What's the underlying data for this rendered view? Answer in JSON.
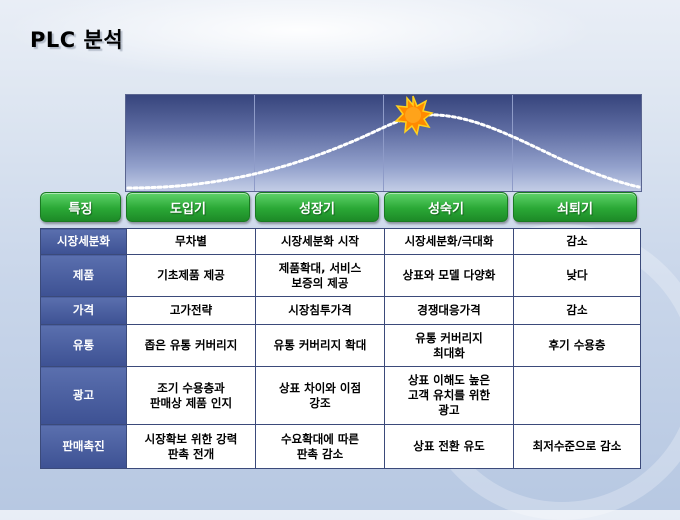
{
  "title": "PLC 분석",
  "header": {
    "feature_label": "특징",
    "stages": [
      "도입기",
      "성장기",
      "성숙기",
      "쇠퇴기"
    ]
  },
  "rows": [
    {
      "label": "시장세분화",
      "cells": [
        "무차별",
        "시장세분화 시작",
        "시장세분화/극대화",
        "감소"
      ]
    },
    {
      "label": "제품",
      "cells": [
        "기초제품 제공",
        "제품확대, 서비스\n보증의 제공",
        "상표와 모델 다양화",
        "낮다"
      ]
    },
    {
      "label": "가격",
      "cells": [
        "고가전략",
        "시장침투가격",
        "경쟁대응가격",
        "감소"
      ]
    },
    {
      "label": "유통",
      "cells": [
        "좁은 유통 커버리지",
        "유통 커버리지 확대",
        "유통 커버리지\n최대화",
        "후기 수용층"
      ]
    },
    {
      "label": "광고",
      "cells": [
        "조기 수용층과\n판매상 제품 인지",
        "상표 차이와 이점\n강조",
        "상표 이해도 높은\n고객 유치를 위한\n광고",
        ""
      ]
    },
    {
      "label": "판매촉진",
      "cells": [
        "시장확보 위한 강력\n판촉 전개",
        "수요확대에 따른\n판촉 감소",
        "상표 전환 유도",
        "최저수준으로  감소"
      ]
    }
  ],
  "colors": {
    "green_button": "#2aa836",
    "row_header": "#4a5fa0",
    "curve_panel": "#5c6aa0",
    "sun": "#ff8a00"
  },
  "icons": {
    "peak_marker": "sun-burst-icon"
  }
}
